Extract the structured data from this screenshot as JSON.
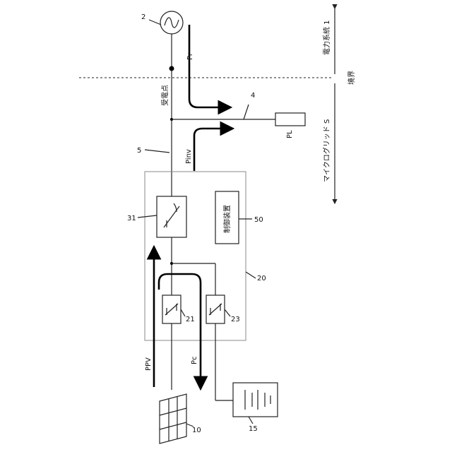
{
  "labels": {
    "ac_source": "2",
    "grid": "電力系統 1",
    "power_pr": "Pr",
    "receiving_point": "受電点",
    "boundary": "境界",
    "line_4": "4",
    "line_5": "5",
    "load": "PL",
    "power_pinv": "Pinv",
    "microgrid": "マイクログリッド S",
    "inverter": "31",
    "controller_ref": "50",
    "controller": "制御装置",
    "pcs": "20",
    "dc_converter_pv": "21",
    "dc_converter_batt": "23",
    "power_ppv": "PPV",
    "power_pc": "Pc",
    "pv_panel": "10",
    "battery": "15"
  }
}
